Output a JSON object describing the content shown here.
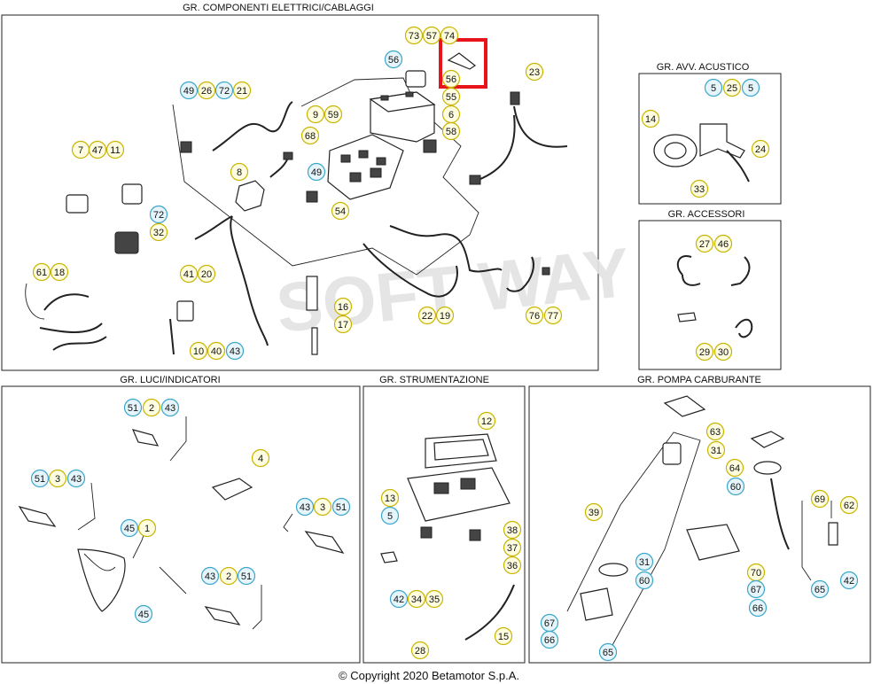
{
  "panels": {
    "componenti_elettrici": "GR. COMPONENTI ELETTRICI/CABLAGGI",
    "avv_acustico": "GR. AVV. ACUSTICO",
    "accessori": "GR. ACCESSORI",
    "luci_indicatori": "GR. LUCI/INDICATORI",
    "strumentazione": "GR. STRUMENTAZIONE",
    "pompa_carburante": "GR. POMPA CARBURANTE"
  },
  "copyright": "© Copyright 2020 Betamotor S.p.A.",
  "watermark": "SOFT WAY",
  "colors": {
    "callout_yellow_border": "#c8b400",
    "callout_yellow_fill": "#fffde0",
    "callout_blue_border": "#3aa6c8",
    "callout_blue_fill": "#e6f5fb",
    "highlight_red": "#e8141c"
  },
  "callouts": [
    {
      "label": "73",
      "style": "y"
    },
    {
      "label": "57",
      "style": "y"
    },
    {
      "label": "74",
      "style": "y"
    },
    {
      "label": "56",
      "style": "b"
    },
    {
      "label": "56",
      "style": "y"
    },
    {
      "label": "55",
      "style": "y"
    },
    {
      "label": "6",
      "style": "y"
    },
    {
      "label": "58",
      "style": "y"
    },
    {
      "label": "9",
      "style": "y"
    },
    {
      "label": "59",
      "style": "y"
    },
    {
      "label": "68",
      "style": "y"
    },
    {
      "label": "49",
      "style": "b"
    },
    {
      "label": "54",
      "style": "y"
    },
    {
      "label": "49",
      "style": "b"
    },
    {
      "label": "26",
      "style": "y"
    },
    {
      "label": "72",
      "style": "b"
    },
    {
      "label": "21",
      "style": "y"
    },
    {
      "label": "7",
      "style": "y"
    },
    {
      "label": "47",
      "style": "y"
    },
    {
      "label": "11",
      "style": "y"
    },
    {
      "label": "72",
      "style": "b"
    },
    {
      "label": "32",
      "style": "y"
    },
    {
      "label": "8",
      "style": "y"
    },
    {
      "label": "23",
      "style": "y"
    },
    {
      "label": "61",
      "style": "y"
    },
    {
      "label": "18",
      "style": "y"
    },
    {
      "label": "41",
      "style": "y"
    },
    {
      "label": "20",
      "style": "y"
    },
    {
      "label": "16",
      "style": "y"
    },
    {
      "label": "17",
      "style": "y"
    },
    {
      "label": "22",
      "style": "y"
    },
    {
      "label": "19",
      "style": "y"
    },
    {
      "label": "76",
      "style": "y"
    },
    {
      "label": "77",
      "style": "y"
    },
    {
      "label": "10",
      "style": "y"
    },
    {
      "label": "40",
      "style": "y"
    },
    {
      "label": "43",
      "style": "b"
    },
    {
      "label": "5",
      "style": "b"
    },
    {
      "label": "25",
      "style": "y"
    },
    {
      "label": "5",
      "style": "b"
    },
    {
      "label": "14",
      "style": "y"
    },
    {
      "label": "24",
      "style": "y"
    },
    {
      "label": "33",
      "style": "y"
    },
    {
      "label": "27",
      "style": "y"
    },
    {
      "label": "46",
      "style": "y"
    },
    {
      "label": "29",
      "style": "y"
    },
    {
      "label": "30",
      "style": "y"
    },
    {
      "label": "51",
      "style": "b"
    },
    {
      "label": "2",
      "style": "y"
    },
    {
      "label": "43",
      "style": "b"
    },
    {
      "label": "4",
      "style": "y"
    },
    {
      "label": "51",
      "style": "b"
    },
    {
      "label": "3",
      "style": "y"
    },
    {
      "label": "43",
      "style": "b"
    },
    {
      "label": "43",
      "style": "b"
    },
    {
      "label": "3",
      "style": "y"
    },
    {
      "label": "51",
      "style": "b"
    },
    {
      "label": "45",
      "style": "b"
    },
    {
      "label": "1",
      "style": "y"
    },
    {
      "label": "45",
      "style": "b"
    },
    {
      "label": "43",
      "style": "b"
    },
    {
      "label": "2",
      "style": "y"
    },
    {
      "label": "51",
      "style": "b"
    },
    {
      "label": "12",
      "style": "y"
    },
    {
      "label": "13",
      "style": "y"
    },
    {
      "label": "5",
      "style": "b"
    },
    {
      "label": "38",
      "style": "y"
    },
    {
      "label": "37",
      "style": "y"
    },
    {
      "label": "36",
      "style": "y"
    },
    {
      "label": "42",
      "style": "b"
    },
    {
      "label": "34",
      "style": "y"
    },
    {
      "label": "35",
      "style": "y"
    },
    {
      "label": "15",
      "style": "y"
    },
    {
      "label": "28",
      "style": "y"
    },
    {
      "label": "63",
      "style": "y"
    },
    {
      "label": "31",
      "style": "y"
    },
    {
      "label": "64",
      "style": "y"
    },
    {
      "label": "60",
      "style": "b"
    },
    {
      "label": "69",
      "style": "y"
    },
    {
      "label": "62",
      "style": "y"
    },
    {
      "label": "39",
      "style": "y"
    },
    {
      "label": "31",
      "style": "b"
    },
    {
      "label": "60",
      "style": "b"
    },
    {
      "label": "70",
      "style": "y"
    },
    {
      "label": "67",
      "style": "b"
    },
    {
      "label": "66",
      "style": "b"
    },
    {
      "label": "65",
      "style": "b"
    },
    {
      "label": "42",
      "style": "b"
    },
    {
      "label": "67",
      "style": "b"
    },
    {
      "label": "66",
      "style": "b"
    },
    {
      "label": "65",
      "style": "b"
    }
  ]
}
